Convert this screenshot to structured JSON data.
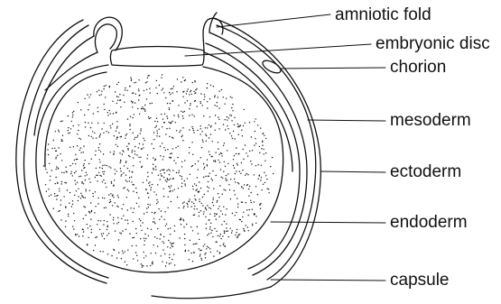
{
  "labels": {
    "amniotic_fold": "amniotic fold",
    "embryonic_disc": "embryonic disc",
    "chorion": "chorion",
    "mesoderm": "mesoderm",
    "ectoderm": "ectoderm",
    "endoderm": "endoderm",
    "capsule": "capsule"
  },
  "colors": {
    "ink": "#111111",
    "background": "#ffffff"
  }
}
